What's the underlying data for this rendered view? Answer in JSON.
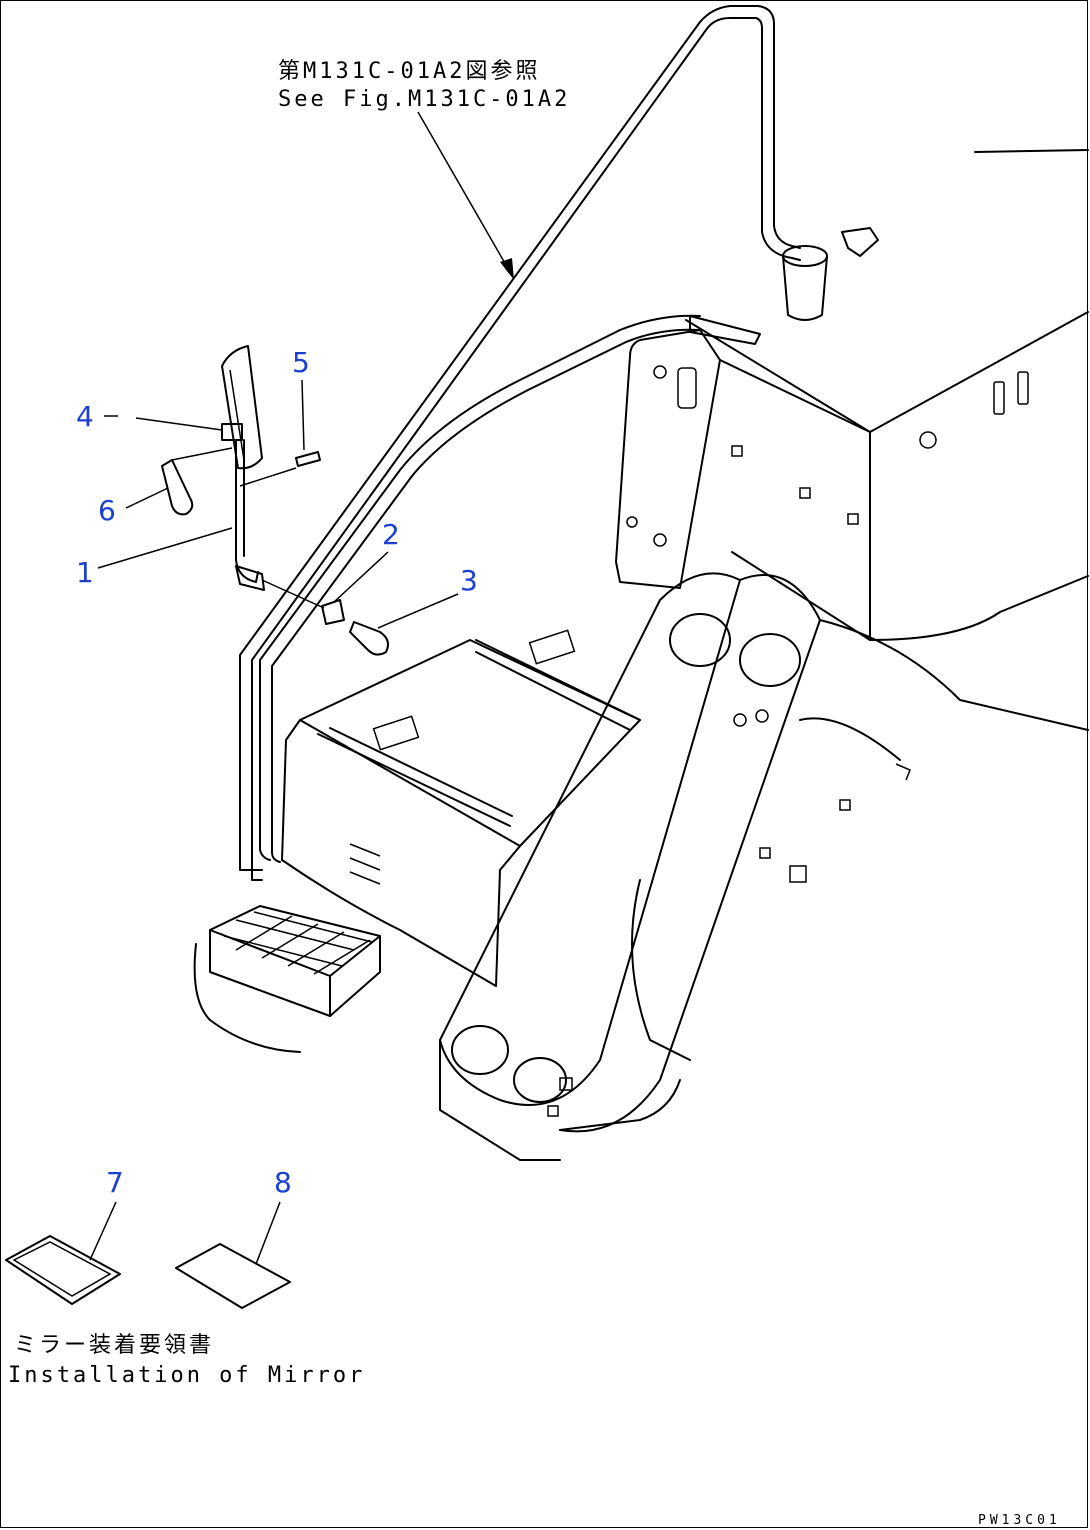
{
  "reference_note": {
    "line_ja": "第M131C-01A2図参照",
    "line_en": "See Fig.M131C-01A2"
  },
  "instruction_note": {
    "line_ja": "ミラー装着要領書",
    "line_en": "Installation of Mirror"
  },
  "callouts": [
    {
      "number": "1"
    },
    {
      "number": "2"
    },
    {
      "number": "3"
    },
    {
      "number": "4"
    },
    {
      "number": "5"
    },
    {
      "number": "6"
    },
    {
      "number": "7"
    },
    {
      "number": "8"
    }
  ],
  "drawing_code": "PW13C01",
  "colors": {
    "callout": "#1a3fd1",
    "line": "#000000",
    "background": "#ffffff"
  }
}
